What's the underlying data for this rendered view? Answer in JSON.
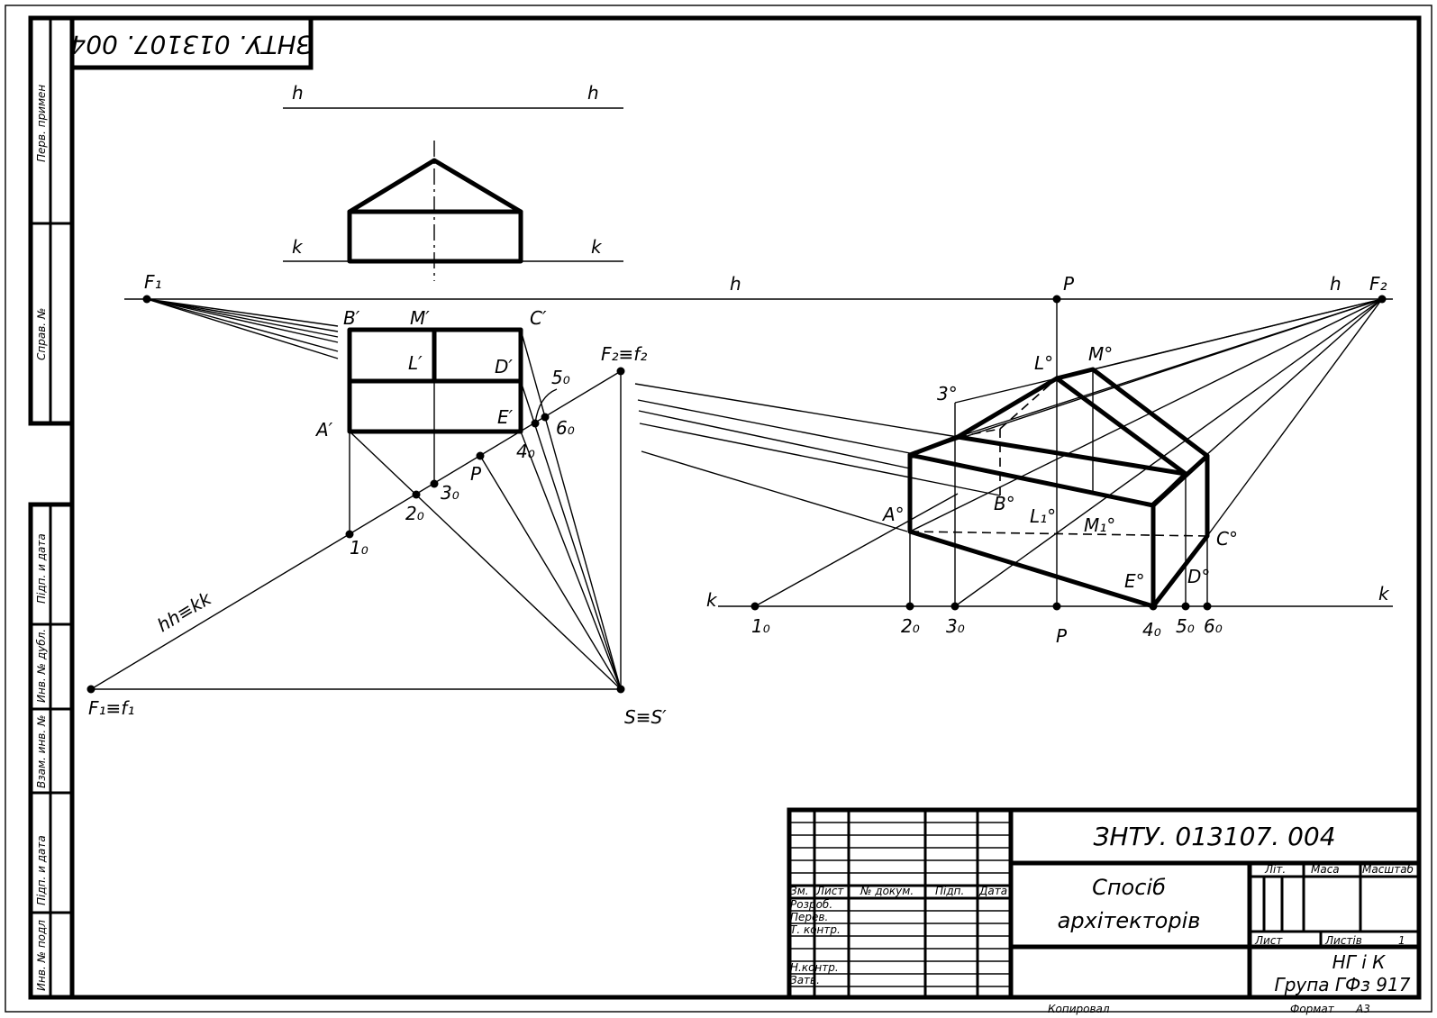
{
  "drawing": {
    "code": "ЗНТУ. 013107. 004",
    "code_rotated": "ЗНТУ. 013107. 004",
    "title_line1": "Спосіб",
    "title_line2": "архітекторів",
    "group_line1": "НГ і К",
    "group_line2": "Група ГФз 917"
  },
  "side_strip": {
    "perv_prymen": "Перв. примен",
    "sprav_no": "Справ. №",
    "pidp_data_1": "Підп. и дата",
    "inv_dubl": "Инв. № дубл.",
    "vzam_inv": "Взам. инв. №",
    "pidp_data_2": "Підп. и дата",
    "inv_podl": "Инв. № подл"
  },
  "title_block": {
    "zm": "Зм.",
    "lyst": "Лист",
    "n_dokum": "№ докум.",
    "pidp": "Підп.",
    "data": "Дата",
    "rozrob": "Розроб.",
    "perev": "Перев.",
    "t_kontr": "Т. контр.",
    "n_kontr": "Н.контр.",
    "zatv": "Затв.",
    "lit": "Літ.",
    "masa": "Маса",
    "masshtab": "Масштаб",
    "lyst2": "Лист",
    "lystiv": "Листів",
    "lystiv_val": "1",
    "kopiyuval": "Копировал",
    "format": "Формат",
    "format_val": "А3"
  },
  "labels": {
    "h": "h",
    "k": "k",
    "P": "P",
    "F1": "F₁",
    "F2": "F₂",
    "F2f2": "F₂≡f₂",
    "F1f1": "F₁≡f₁",
    "SS": "S≡S′",
    "hhkk": "hh≡kk",
    "B1": "B′",
    "M1": "M′",
    "C1": "C′",
    "L1": "L′",
    "D1": "D′",
    "A1": "A′",
    "E1": "E′",
    "n10": "1₀",
    "n20": "2₀",
    "n30": "3₀",
    "n40": "4₀",
    "n50": "5₀",
    "n60": "6₀",
    "L0": "L°",
    "M0": "M°",
    "n3o": "3°",
    "A0": "A°",
    "B0": "B°",
    "L10": "L₁°",
    "M10": "M₁°",
    "C0": "C°",
    "D0": "D°",
    "E0": "E°"
  }
}
